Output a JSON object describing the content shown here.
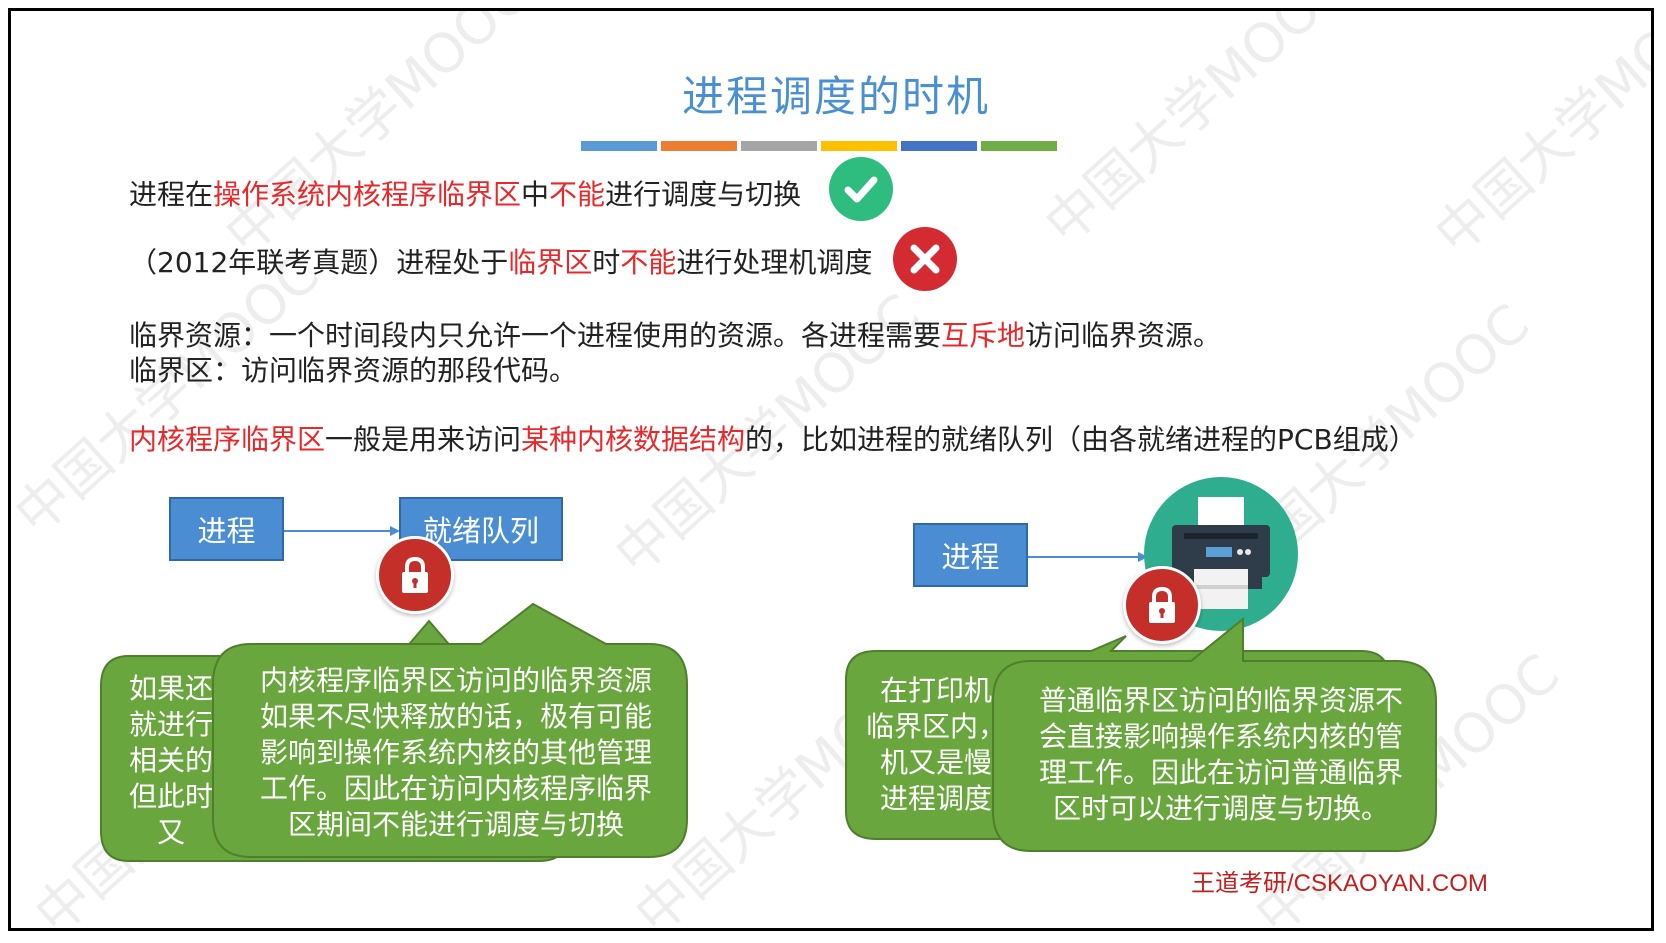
{
  "title": "进程调度的时机",
  "title_bar_colors": [
    "#5b9bd5",
    "#ed7d31",
    "#a5a5a5",
    "#ffc000",
    "#4472c4",
    "#70ad47"
  ],
  "watermark": "中国大学MOOC",
  "statement1": {
    "parts": [
      "进程在",
      "操作系统内核程序临界区",
      "中",
      "不能",
      "进行调度与切换"
    ],
    "icon": "check-circle-icon",
    "icon_color": "#2ebd7f"
  },
  "statement2": {
    "parts": [
      "（2012年联考真题）进程处于",
      "临界区",
      "时",
      "不能",
      "进行处理机调度"
    ],
    "icon": "x-circle-icon",
    "icon_color": "#d42a32"
  },
  "definitions": {
    "resource_parts": [
      "临界资源：一个时间段内只允许一个进程使用的资源。各进程需要",
      "互斥地",
      "访问临界资源。"
    ],
    "section": "临界区：访问临界资源的那段代码。"
  },
  "kernel_note": {
    "parts": [
      "内核程序临界区",
      "一般是用来访问",
      "某种内核数据结构",
      "的，比如进程的就绪队列（由各就绪进程的PCB组成）"
    ]
  },
  "left_diagram": {
    "process_label": "进程",
    "queue_label": "就绪队列",
    "lock_icon": "lock-icon",
    "back_bubble_text": "如果还\n就进行\n相关的\n但此时\n又",
    "front_bubble_text": "内核程序临界区访问的临界资源\n如果不尽快释放的话，极有可能\n影响到操作系统内核的其他管理\n工作。因此在访问内核程序临界\n区期间不能进行调度与切换"
  },
  "right_diagram": {
    "process_label": "进程",
    "printer_icon": "printer-icon",
    "lock_icon": "lock-icon",
    "back_bubble_text": "在打印机\n临界区内，\n机又是慢\n进程调度",
    "front_bubble_text": "普通临界区访问的临界资源不\n会直接影响操作系统内核的管\n理工作。因此在访问普通临界\n区时可以进行调度与切换。"
  },
  "colors": {
    "title": "#4a90d0",
    "highlight": "#e8282a",
    "box": "#4a8dd3",
    "bubble": "#6aa63e",
    "lock": "#c42f2a"
  },
  "footer": "王道考研/CSKAOYAN.COM"
}
